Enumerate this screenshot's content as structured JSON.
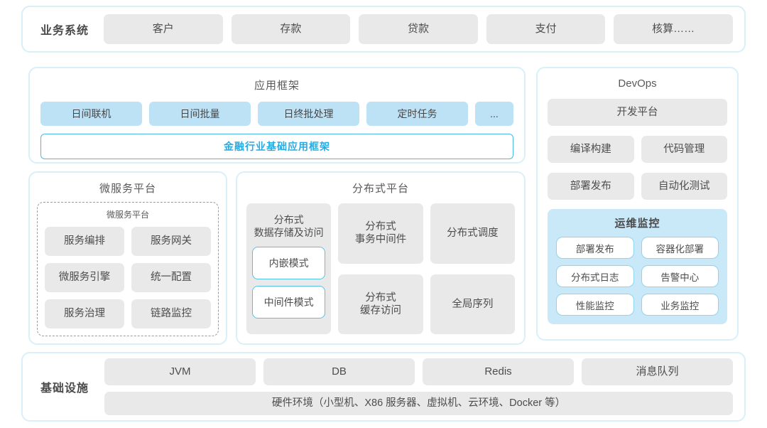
{
  "colors": {
    "panel_border": "#d9f0f9",
    "gray_box_bg": "#e9e9e9",
    "blue_chip_bg": "#bde2f6",
    "accent_cyan": "#29abe2",
    "cyan_border": "#4db9e2",
    "monitor_bg": "#c9e8f8",
    "monitor_box_border": "#8ed5ee",
    "text": "#4d4d4d"
  },
  "business": {
    "label": "业务系统",
    "items": [
      "客户",
      "存款",
      "贷款",
      "支付",
      "核算……"
    ]
  },
  "app_framework": {
    "title": "应用框架",
    "chips": [
      "日间联机",
      "日间批量",
      "日终批处理",
      "定时任务",
      "..."
    ],
    "base": "金融行业基础应用框架"
  },
  "microservice": {
    "title": "微服务平台",
    "inner_title": "微服务平台",
    "items": [
      "服务编排",
      "服务网关",
      "微服务引擎",
      "统一配置",
      "服务治理",
      "链路监控"
    ]
  },
  "distributed": {
    "title": "分布式平台",
    "storage": {
      "label": "分布式\n数据存储及访问",
      "modes": [
        "内嵌模式",
        "中间件模式"
      ]
    },
    "cells": [
      "分布式\n事务中间件",
      "分布式调度",
      "分布式\n缓存访问",
      "全局序列"
    ]
  },
  "devops": {
    "title": "DevOps",
    "platform": "开发平台",
    "items": [
      "编译构建",
      "代码管理",
      "部署发布",
      "自动化测试"
    ],
    "monitor": {
      "title": "运维监控",
      "items": [
        "部署发布",
        "容器化部署",
        "分布式日志",
        "告警中心",
        "性能监控",
        "业务监控"
      ]
    }
  },
  "infrastructure": {
    "label": "基础设施",
    "items": [
      "JVM",
      "DB",
      "Redis",
      "消息队列"
    ],
    "hardware": "硬件环境（小型机、X86 服务器、虚拟机、云环境、Docker 等）"
  }
}
